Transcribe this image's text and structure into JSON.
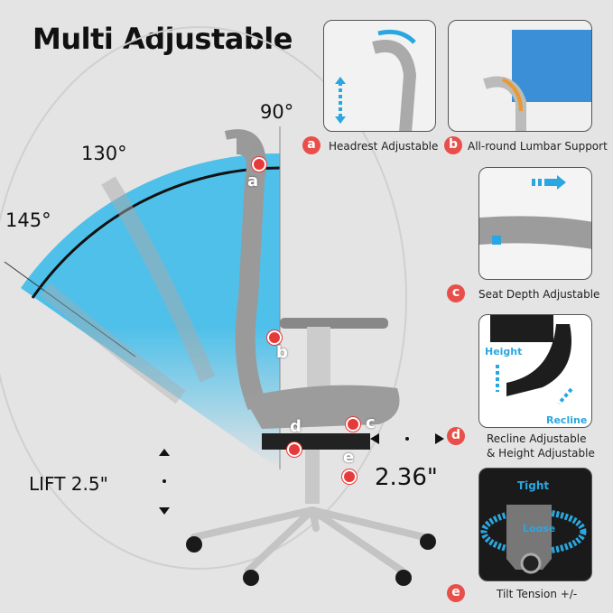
{
  "title": "Multi Adjustable",
  "angles": [
    "90°",
    "130°",
    "145°"
  ],
  "lift_label": "LIFT 2.5\"",
  "seat_depth_travel": "2.36\"",
  "points": [
    "a",
    "b",
    "c",
    "d",
    "e"
  ],
  "features": [
    {
      "letter": "a",
      "label": "Headrest Adjustable"
    },
    {
      "letter": "b",
      "label": "All-round Lumbar Support"
    },
    {
      "letter": "c",
      "label": "Seat Depth Adjustable"
    },
    {
      "letter": "d",
      "label": "Recline Adjustable",
      "label2": "& Height Adjustable"
    },
    {
      "letter": "e",
      "label": "Tilt Tension +/-"
    }
  ],
  "recline_panel": {
    "height": "Height",
    "recline": "Recline"
  },
  "tilt_panel": {
    "tight": "Tight",
    "loose": "Loose"
  },
  "colors": {
    "accent_blue": "#2aa7e0",
    "badge_red": "#e94f4a",
    "wedge_blue": "#4fc0ea"
  }
}
